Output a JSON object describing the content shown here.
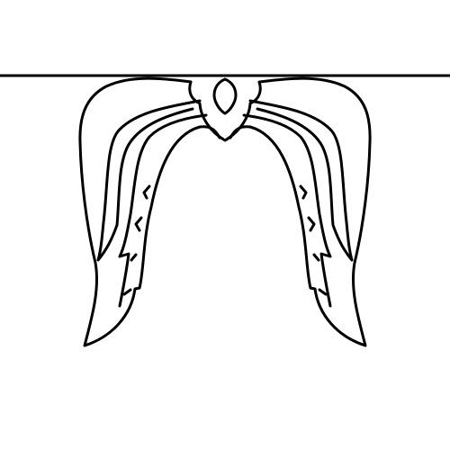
{
  "drawing": {
    "subject": "line-art-pair-of-wings",
    "stroke_color": "#000000",
    "background_color": "#ffffff",
    "parts": [
      "horizontal-line",
      "left-wing",
      "right-wing",
      "center-ornament"
    ]
  }
}
